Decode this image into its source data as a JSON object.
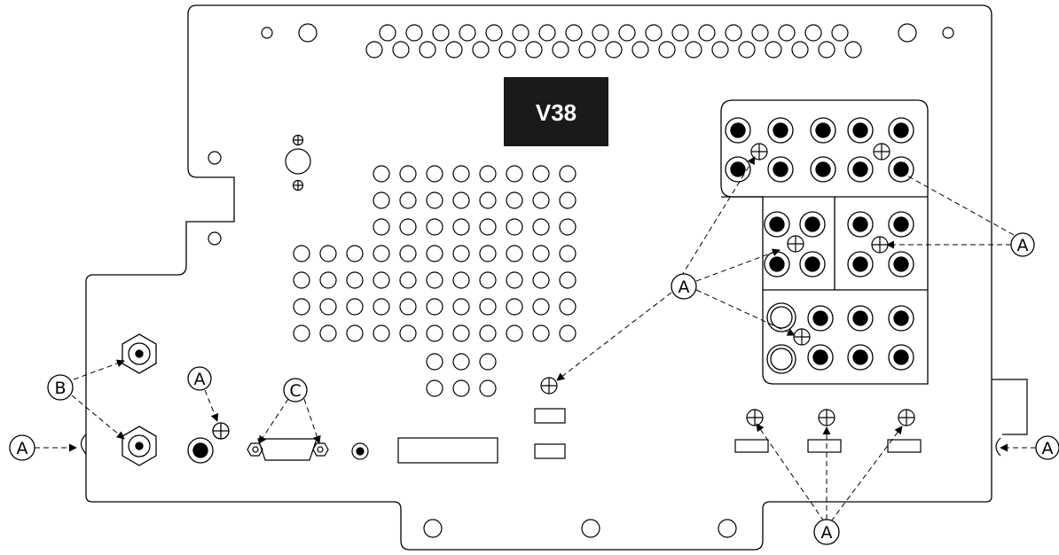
{
  "model_label": "V38",
  "callout_letters": {
    "a": "A",
    "b": "B",
    "c": "C"
  },
  "colors": {
    "line": "#000000",
    "background": "#ffffff",
    "label_fill": "#1a1a1a"
  }
}
